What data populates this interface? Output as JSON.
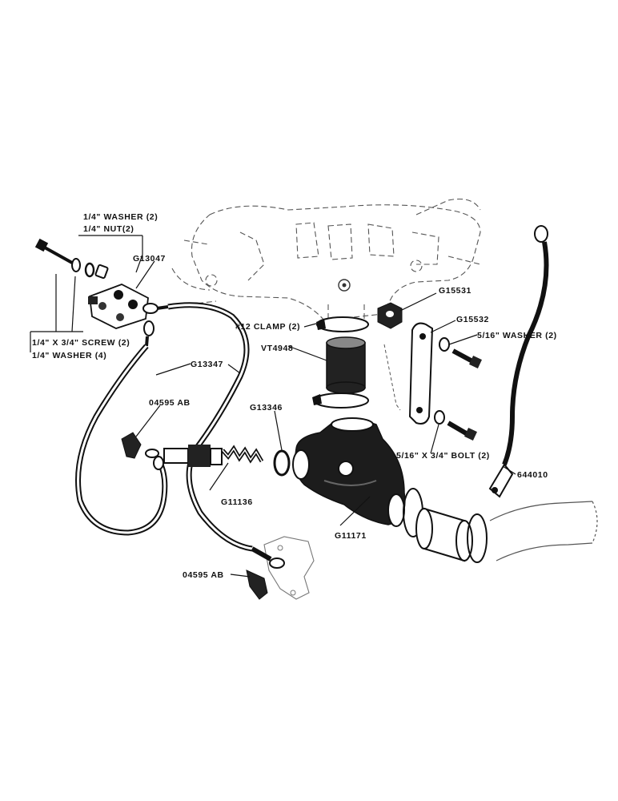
{
  "labels": {
    "washer_nut_line1": "1/4\" WASHER (2)",
    "washer_nut_line2": "1/4\" NUT(2)",
    "g13047": "G13047",
    "screw_line1": "1/4\" X 3/4\" SCREW (2)",
    "screw_line2": "1/4\" WASHER (4)",
    "g13347": "G13347",
    "o4595ab_top": "04595 AB",
    "g11136": "G11136",
    "o4595ab_bottom": "04595 AB",
    "clamp": "#12 CLAMP (2)",
    "vt4948": "VT4948",
    "g13346": "G13346",
    "g11171": "G11171",
    "g15531": "G15531",
    "g15532": "G15532",
    "washer_516": "5/16\" WASHER (2)",
    "bolt_516": "5/16\" X 3/4\" BOLT (2)",
    "g44010": "644010"
  }
}
